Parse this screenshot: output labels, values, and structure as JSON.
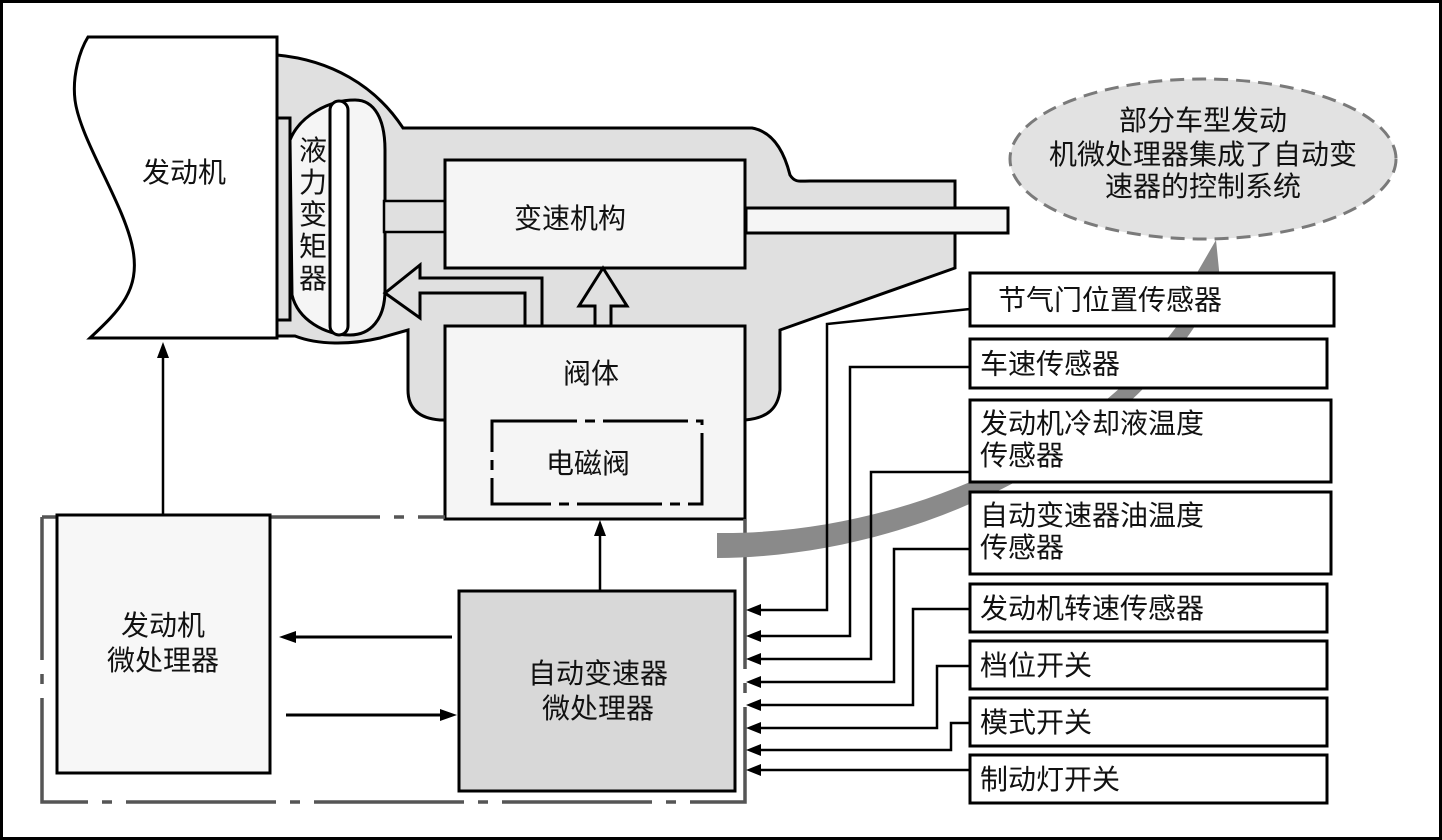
{
  "diagram": {
    "title": "自动变速器电子控制系统组成",
    "colors": {
      "stroke": "#000000",
      "housing_fill": "#e0e0e0",
      "box_fill": "#f5f5f5",
      "tcu_fill": "#d8d8d8",
      "callout_fill": "#e2e2e2",
      "callout_border": "#7a7a7a",
      "big_arrow": "#8a8a8a",
      "boundary": "#555555",
      "background": "#ffffff"
    },
    "components": {
      "engine": "发动机",
      "torque_converter": [
        "液",
        "力",
        "变",
        "矩",
        "器"
      ],
      "gear_mechanism": "变速机构",
      "valve_body": "阀体",
      "solenoid_valve": "电磁阀",
      "engine_ecu": [
        "发动机",
        "微处理器"
      ],
      "tcu": [
        "自动变速器",
        "微处理器"
      ]
    },
    "callout": {
      "lines": [
        "部分车型发动",
        "机微处理器集成了自动变",
        "速器的控制系统"
      ]
    },
    "sensors": [
      {
        "id": "throttle",
        "lines": [
          "节气门位置传感器"
        ]
      },
      {
        "id": "vehicle-speed",
        "lines": [
          "车速传感器"
        ]
      },
      {
        "id": "coolant-temp",
        "lines": [
          "发动机冷却液温度",
          "传感器"
        ]
      },
      {
        "id": "atf-temp",
        "lines": [
          "自动变速器油温度",
          "传感器"
        ]
      },
      {
        "id": "engine-speed",
        "lines": [
          "发动机转速传感器"
        ]
      },
      {
        "id": "gear-switch",
        "lines": [
          "档位开关"
        ]
      },
      {
        "id": "mode-switch",
        "lines": [
          "模式开关"
        ]
      },
      {
        "id": "brake-light-switch",
        "lines": [
          "制动灯开关"
        ]
      }
    ]
  }
}
